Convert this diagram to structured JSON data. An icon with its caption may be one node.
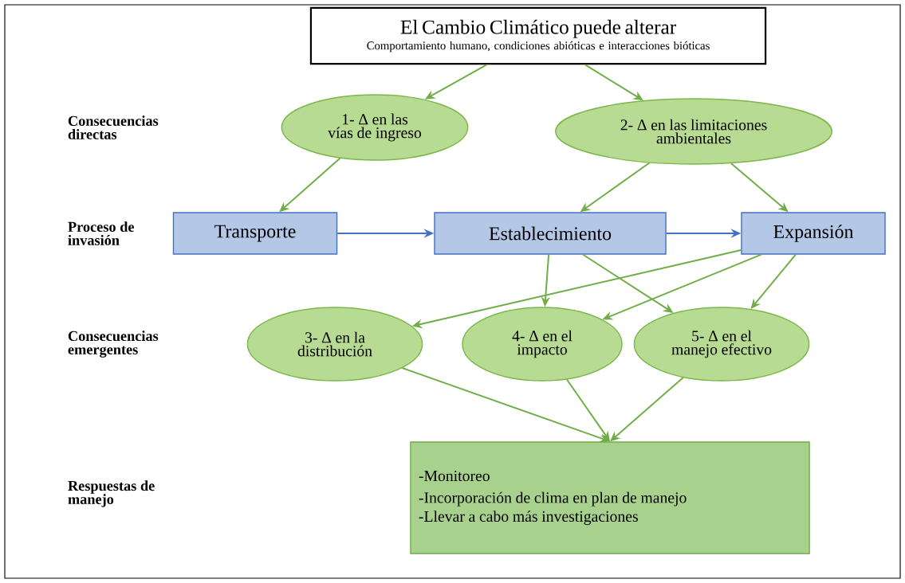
{
  "diagram": {
    "nodes": [
      {
        "text": [
          "El Cambio Climático puede alterar",
          "Comportamiento humano, condiciones abióticas e interacciones bióticas"
        ]
      },
      {
        "text": [
          "1- Δ en las vías de ingreso"
        ]
      },
      {
        "text": [
          "2- Δ en las limitaciones ambientales"
        ]
      },
      {
        "text": [
          "Transporte"
        ]
      },
      {
        "text": [
          "Establecimiento"
        ]
      },
      {
        "text": [
          "Expansión"
        ]
      },
      {
        "text": [
          "3- Δ en la distribución"
        ]
      },
      {
        "text": [
          "4- Δ en el impacto"
        ]
      },
      {
        "text": [
          "5- Δ en el manejo efectivo"
        ]
      },
      {
        "text": [
          "-Monitoreo",
          "-Incorporación de clima en plan de manejo",
          "-Llevar a cabo más investigaciones"
        ]
      }
    ],
    "edges": [
      {
        "from": 0,
        "to": 1,
        "arrow": "to"
      },
      {
        "from": 0,
        "to": 2,
        "arrow": "to"
      },
      {
        "from": 1,
        "to": 3,
        "arrow": "to"
      },
      {
        "from": 2,
        "to": 4,
        "arrow": "to"
      },
      {
        "from": 2,
        "to": 5,
        "arrow": "to"
      },
      {
        "from": 3,
        "to": 4,
        "arrow": "to",
        "color": "#4472c4"
      },
      {
        "from": 4,
        "to": 5,
        "arrow": "to",
        "color": "#4472c4"
      },
      {
        "from": 4,
        "to": 7,
        "arrow": "to"
      },
      {
        "from": 4,
        "to": 8,
        "arrow": "to"
      },
      {
        "from": 5,
        "to": 6,
        "arrow": "to"
      },
      {
        "from": 5,
        "to": 7,
        "arrow": "to"
      },
      {
        "from": 5,
        "to": 8,
        "arrow": "to"
      },
      {
        "from": 6,
        "to": 9,
        "arrow": "to"
      },
      {
        "from": 7,
        "to": 9,
        "arrow": "to"
      },
      {
        "from": 8,
        "to": 9,
        "arrow": "to"
      }
    ],
    "labels": [
      "Consecuencias directas",
      "Proceso de invasión",
      "Consecuencias emergentes",
      "Respuestas de manejo"
    ]
  }
}
